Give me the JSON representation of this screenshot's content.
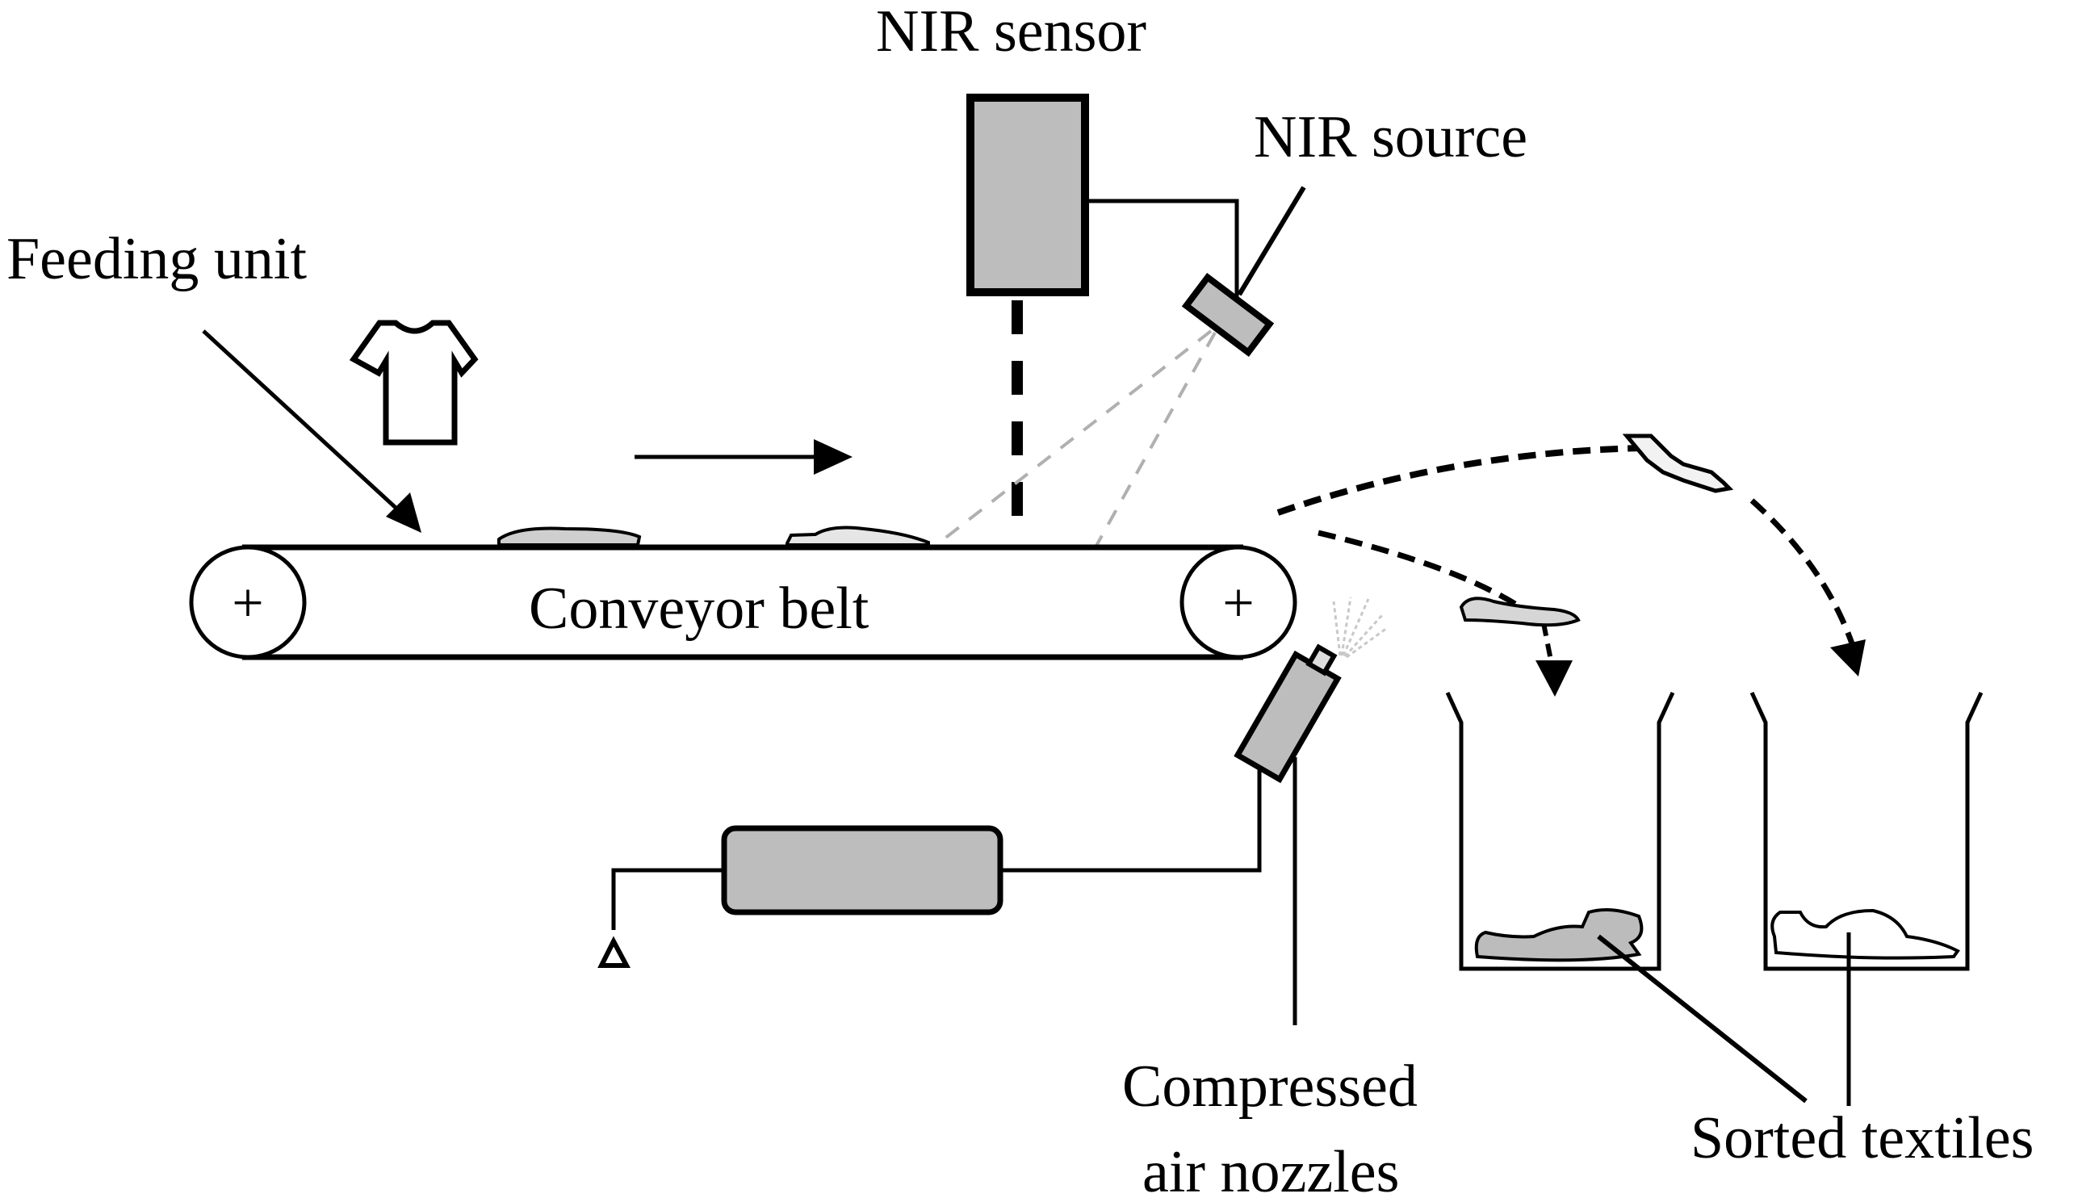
{
  "diagram": {
    "title": "NIR-based automated textile sorting system",
    "labels": {
      "nir_sensor": "NIR sensor",
      "nir_source": "NIR source",
      "feeding_unit": "Feeding unit",
      "conveyor_belt": "Conveyor belt",
      "compressed_air_line1": "Compressed",
      "compressed_air_line2": "air nozzles",
      "sorted_textiles": "Sorted textiles"
    },
    "roller_symbol": "+",
    "components": [
      {
        "id": "feeding-unit",
        "label": "Feeding unit"
      },
      {
        "id": "conveyor-belt",
        "label": "Conveyor belt"
      },
      {
        "id": "nir-sensor",
        "label": "NIR sensor"
      },
      {
        "id": "nir-source",
        "label": "NIR source"
      },
      {
        "id": "air-nozzles",
        "label": "Compressed air nozzles"
      },
      {
        "id": "sorted-textiles",
        "label": "Sorted textiles"
      }
    ],
    "bins_count": 2,
    "colors": {
      "component_fill": "#bdbdbd",
      "line": "#000000",
      "beam": "#b0b0b0",
      "background": "#ffffff"
    }
  }
}
